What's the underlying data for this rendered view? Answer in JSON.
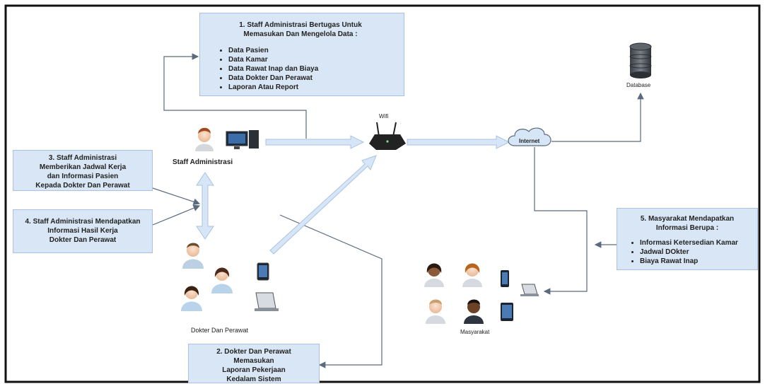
{
  "notes": {
    "n1": {
      "title": "1. Staff Administrasi Bertugas Untuk Memasukan Dan Mengelola Data :",
      "items": [
        "Data Pasien",
        "Data Kamar",
        "Data Rawat Inap dan Biaya",
        "Data Dokter Dan Perawat",
        "Laporan Atau Report"
      ]
    },
    "n2": {
      "lines": [
        "2. Dokter Dan Perawat",
        "Memasukan",
        "Laporan Pekerjaan",
        "Kedalam Sistem"
      ]
    },
    "n3": {
      "lines": [
        "3. Staff Administrasi",
        "Memberikan Jadwal Kerja",
        "dan Informasi Pasien",
        "Kepada Dokter Dan Perawat"
      ]
    },
    "n4": {
      "lines": [
        "4. Staff Administrasi Mendapatkan",
        "Informasi Hasil Kerja",
        "Dokter Dan Perawat"
      ]
    },
    "n5": {
      "title": "5. Masyarakat Mendapatkan Informasi Berupa :",
      "items": [
        "Informasi Ketersedian Kamar",
        "Jadwal DOkter",
        "Biaya Rawat  Inap"
      ]
    }
  },
  "labels": {
    "staff": "Staff Administrasi",
    "dokter": "Dokter Dan Perawat",
    "masyarakat": "Masyarakat",
    "wifi": "Wifi",
    "internet": "Internet",
    "database": "Database"
  },
  "colors": {
    "note_fill": "#d9e6f5",
    "note_border": "#a9c2e3",
    "arrow_fill": "#d7e6f6",
    "line": "#5a6b7d",
    "frame": "#111111"
  }
}
